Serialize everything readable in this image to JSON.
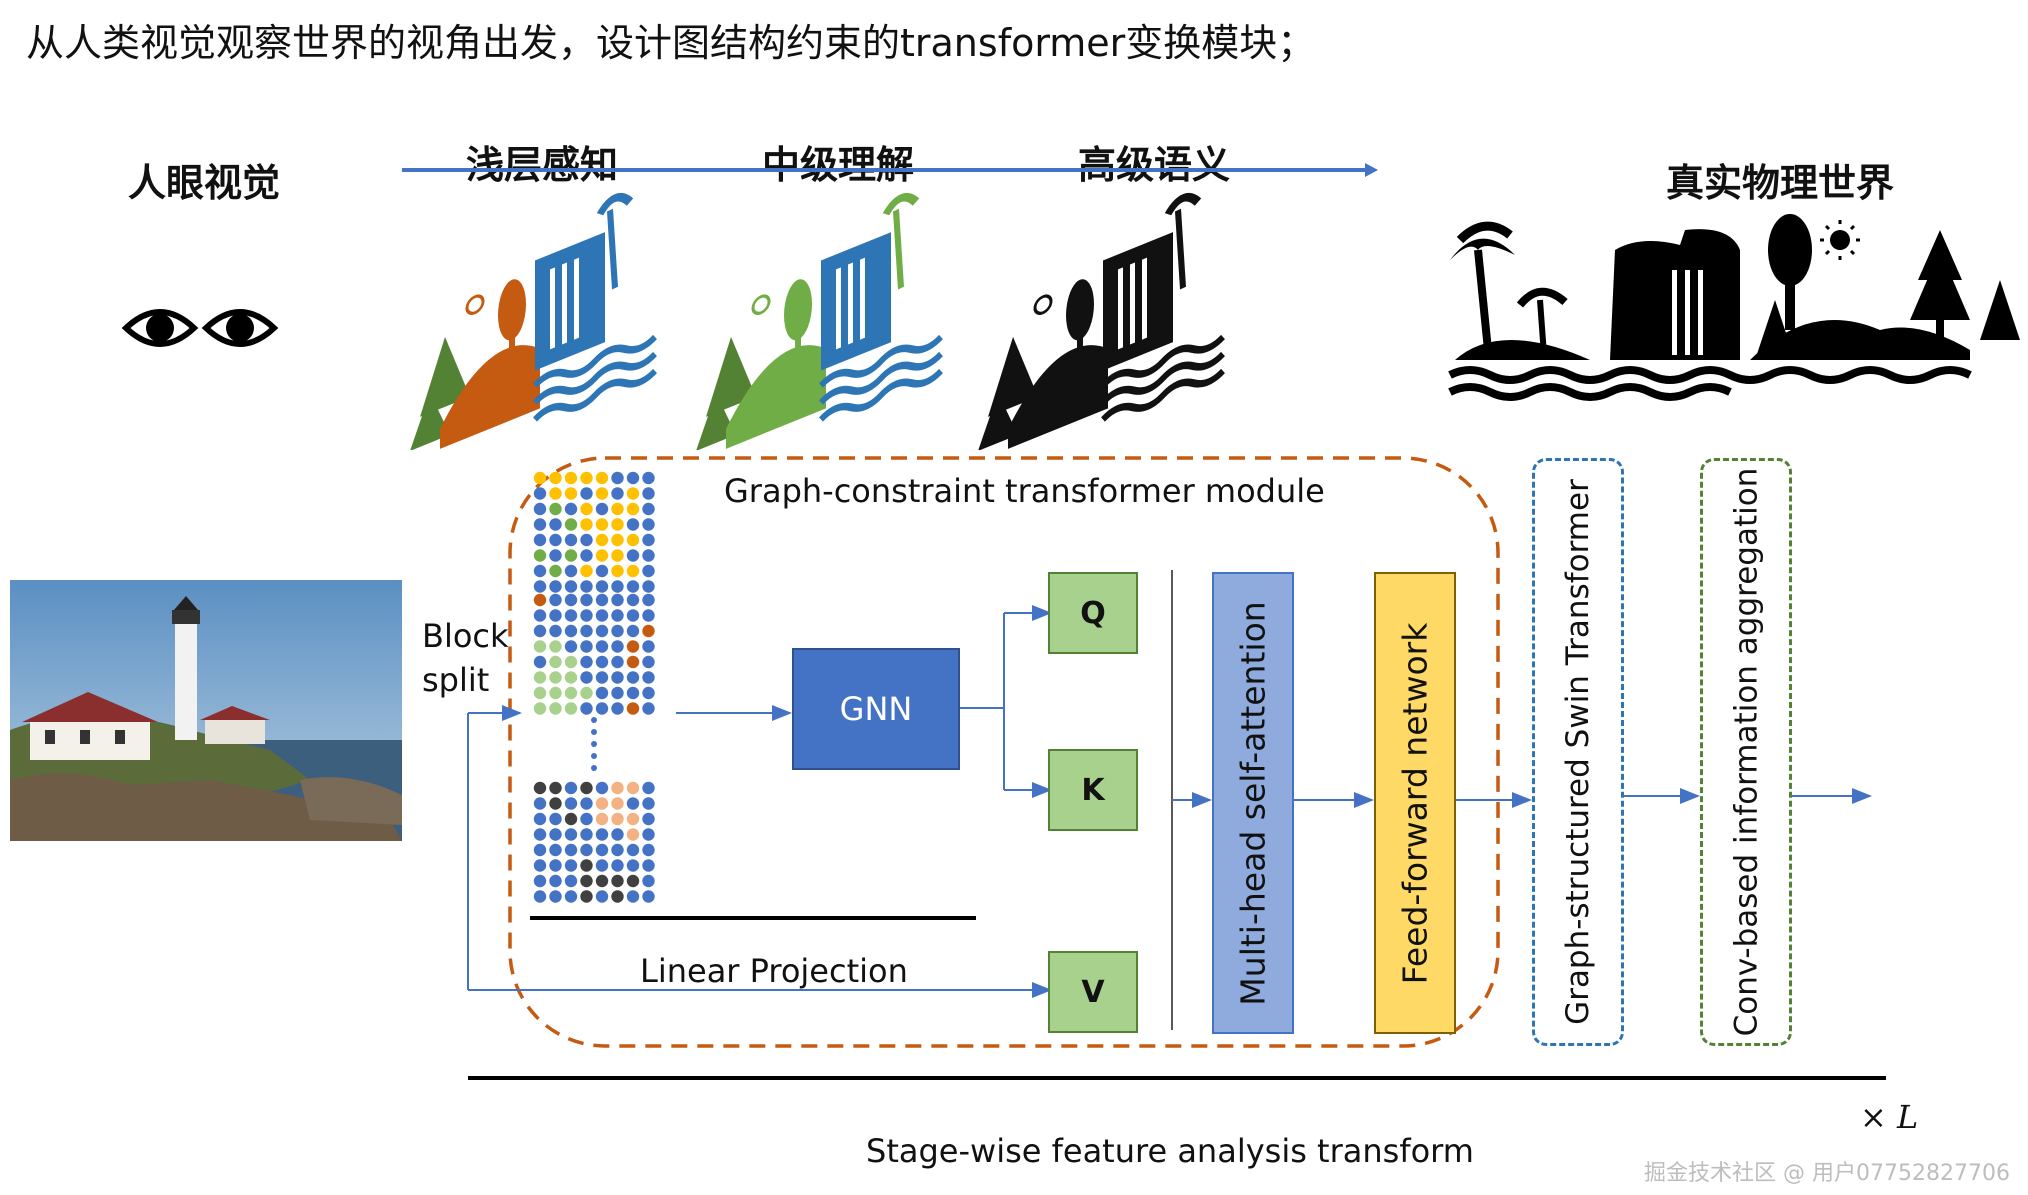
{
  "title": "从人类视觉观察世界的视角出发，设计图结构约束的transformer变换模块；",
  "human_vision": "人眼视觉",
  "stages": [
    "浅层感知",
    "中级理解",
    "高级语义"
  ],
  "real_world": "真实物理世界",
  "block_split": "Block split",
  "module_title": "Graph-constraint transformer module",
  "gnn": "GNN",
  "q": "Q",
  "k": "K",
  "v": "V",
  "linear_projection": "Linear Projection",
  "mhsa": "Multi-head self-attention",
  "ffn": "Feed-forward network",
  "swin": "Graph-structured Swin Transformer",
  "conv": "Conv-based information aggregation",
  "repeat": "× L",
  "stage_caption": "Stage-wise feature analysis transform",
  "watermark": "掘金技术社区 @ 用户07752827706",
  "colors": {
    "arrow_blue": "#4472c4",
    "stage1_green": "#548235",
    "stage1_orange": "#c55a11",
    "stage1_blue": "#2e75b6",
    "stage2_green": "#70ad47",
    "stage2_blue": "#2e75b6",
    "stage3": "#111111",
    "module_border": "#c55a11",
    "dot_blue": "#4472c4",
    "dot_yellow": "#ffc000",
    "dot_green": "#70ad47",
    "dot_lightgreen": "#a9d18e",
    "dot_orange": "#c55a11",
    "dot_peach": "#f4b183",
    "dot_dark": "#404040"
  },
  "icons": [
    "eyes-icon",
    "landscape-shallow-icon",
    "landscape-mid-icon",
    "landscape-semantic-icon",
    "real-world-scene-icon",
    "lighthouse-photo"
  ]
}
